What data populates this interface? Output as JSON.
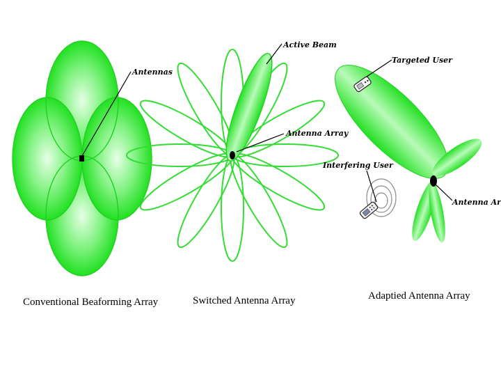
{
  "colors": {
    "lobe_edge": "#20e020",
    "lobe_center": "#e6ffe6",
    "lobe_fill": "#33ee33",
    "outline": "#33dd33",
    "array_dot": "#000000"
  },
  "panels": {
    "conventional": {
      "caption": "Conventional Beaforming Array",
      "antennas_label": "Antennas"
    },
    "switched": {
      "caption": "Switched Antenna Array",
      "active_beam_label": "Active Beam",
      "antenna_array_label": "Antenna Array"
    },
    "adaptive": {
      "caption": "Adaptied Antenna Array",
      "targeted_user_label": "Targeted User",
      "interfering_user_label": "Interfering User",
      "antenna_array_label": "Antenna Array"
    }
  },
  "icons": {
    "targeted_user": "mobile-phone-icon",
    "interfering_user": "mobile-phone-icon",
    "signal": "signal-waves-icon"
  }
}
